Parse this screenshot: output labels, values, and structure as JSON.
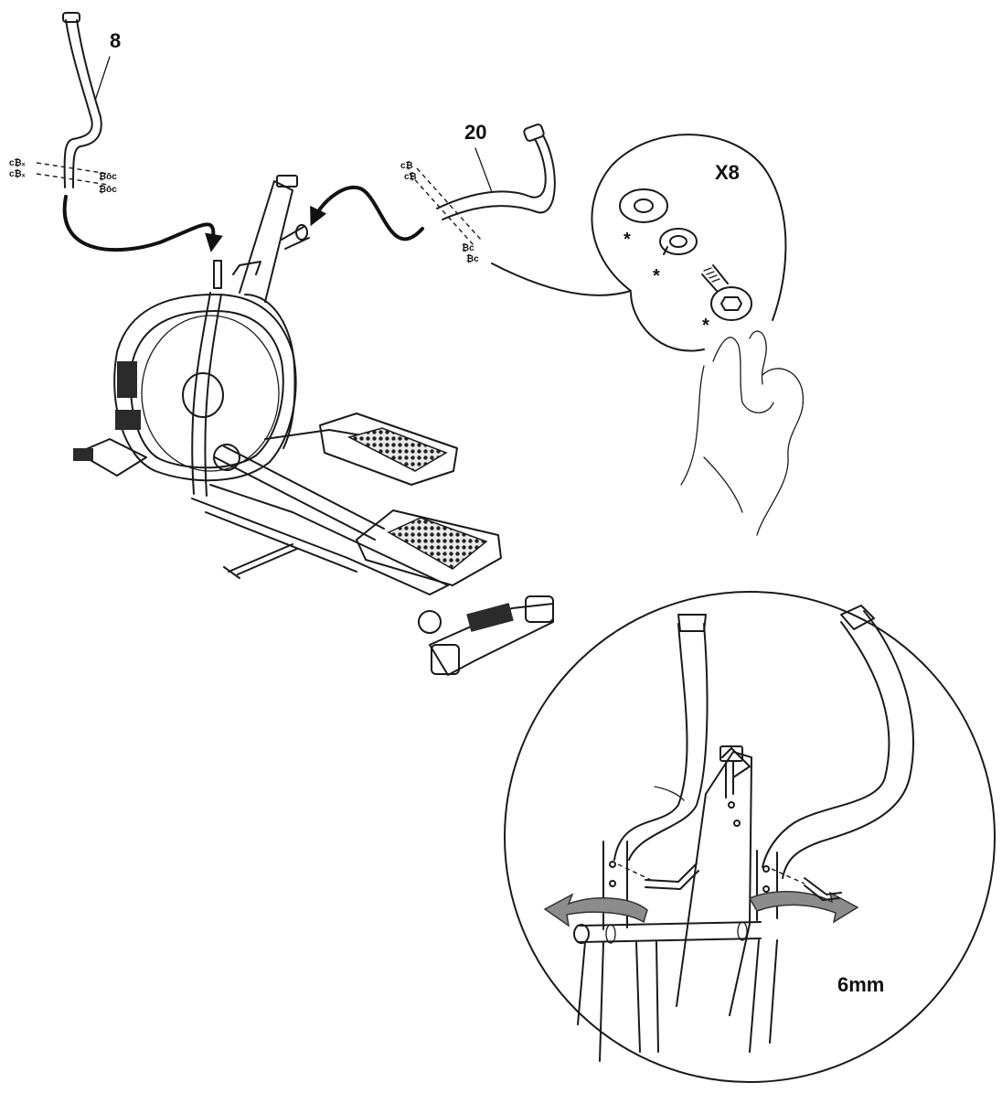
{
  "labels": {
    "part_left": "8",
    "part_right": "20",
    "quantity": "X8",
    "tool_size": "6mm",
    "star_1": "*",
    "star_2": "*",
    "star_3": "*"
  },
  "icons": [
    "hex-key-icon",
    "rotation-arrow-icon",
    "flat-washer-icon",
    "spring-washer-icon",
    "button-head-bolt-icon"
  ]
}
